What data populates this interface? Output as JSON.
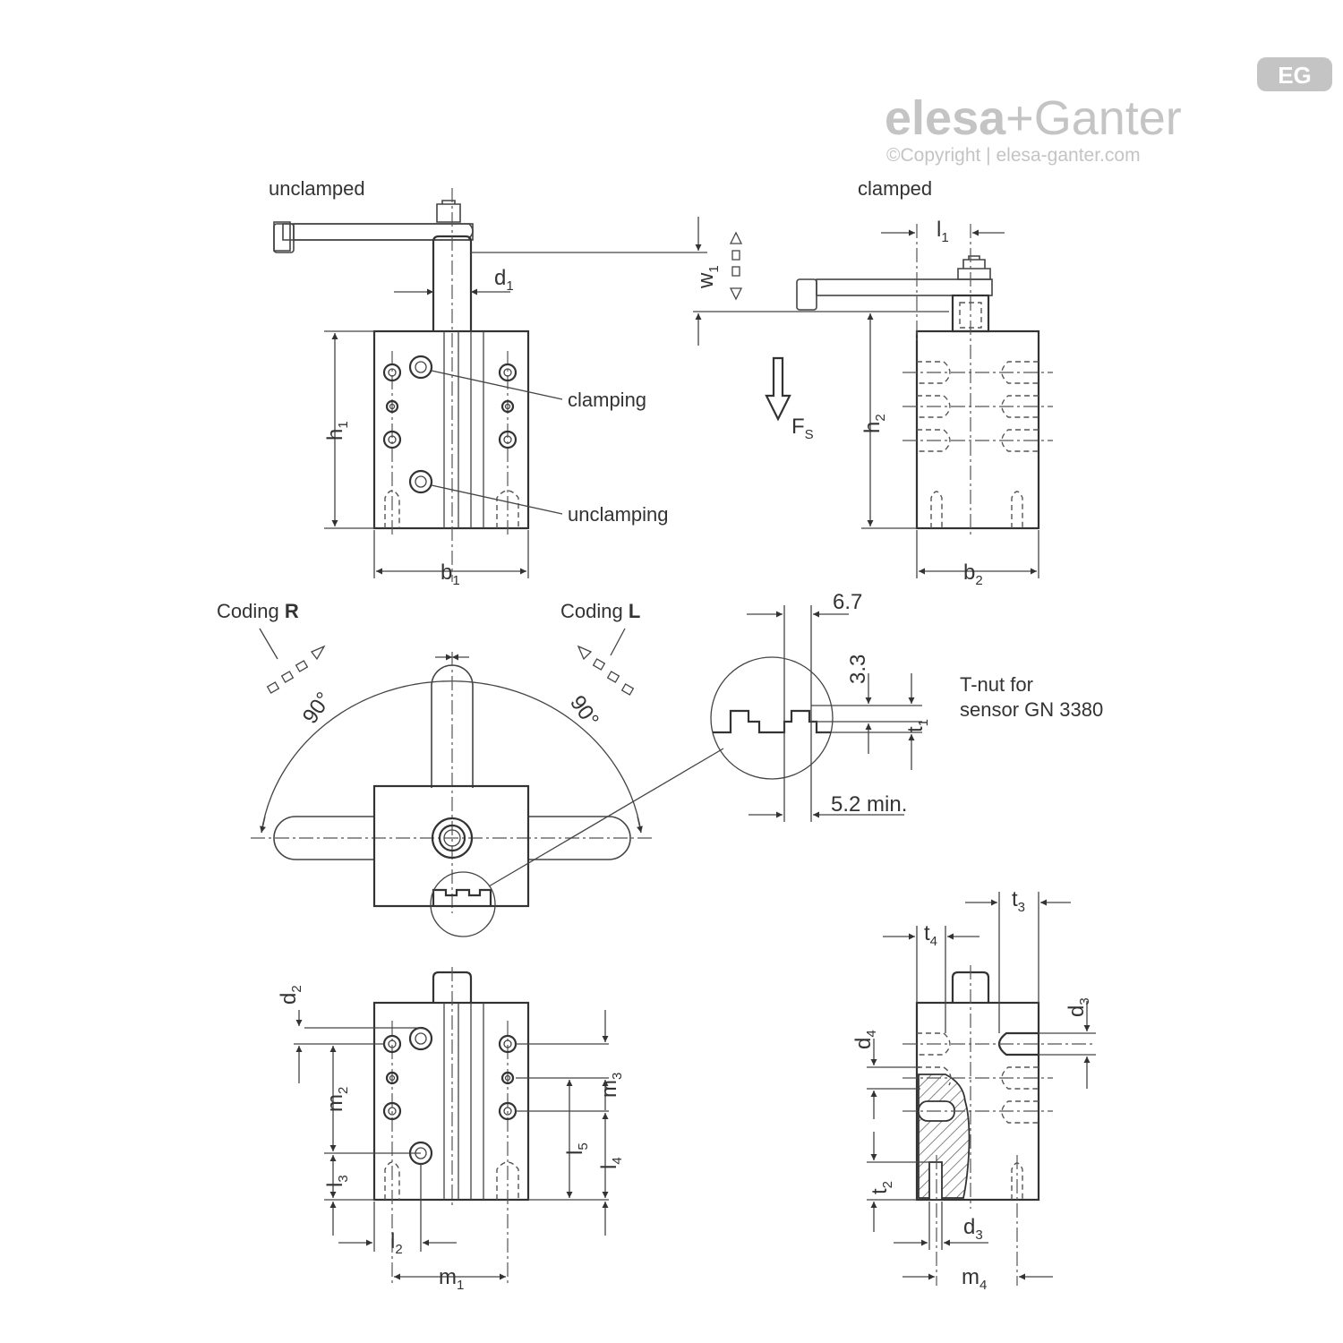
{
  "logo": {
    "brand_left": "elesa",
    "brand_plus": "+",
    "brand_right": "Ganter",
    "copyright": "©Copyright | elesa-ganter.com",
    "badge": "EG"
  },
  "labels": {
    "unclamped": "unclamped",
    "clamped": "clamped",
    "clamping": "clamping",
    "unclamping": "unclamping",
    "coding_r_prefix": "Coding ",
    "coding_r_letter": "R",
    "coding_l_prefix": "Coding ",
    "coding_l_letter": "L",
    "angle_r": "90°",
    "angle_l": "90°",
    "tnut_line1": "T-nut for",
    "tnut_line2": "sensor GN 3380"
  },
  "dimensions": {
    "d1": {
      "main": "d",
      "sub": "1"
    },
    "w1": {
      "main": "w",
      "sub": "1"
    },
    "l1": {
      "main": "l",
      "sub": "1"
    },
    "h1": {
      "main": "h",
      "sub": "1"
    },
    "h2": {
      "main": "h",
      "sub": "2"
    },
    "b1": {
      "main": "b",
      "sub": "1"
    },
    "b2": {
      "main": "b",
      "sub": "2"
    },
    "fs": {
      "main": "F",
      "sub": "S"
    },
    "v67": "6.7",
    "v33": "3.3",
    "v52": "5.2 min.",
    "t1": {
      "main": "t",
      "sub": "1"
    },
    "t3": {
      "main": "t",
      "sub": "3"
    },
    "t4": {
      "main": "t",
      "sub": "4"
    },
    "t2": {
      "main": "t",
      "sub": "2"
    },
    "d2": {
      "main": "d",
      "sub": "2"
    },
    "d3a": {
      "main": "d",
      "sub": "3"
    },
    "d3b": {
      "main": "d",
      "sub": "3"
    },
    "d4": {
      "main": "d",
      "sub": "4"
    },
    "m1": {
      "main": "m",
      "sub": "1"
    },
    "m2": {
      "main": "m",
      "sub": "2"
    },
    "m3": {
      "main": "m",
      "sub": "3"
    },
    "m4": {
      "main": "m",
      "sub": "4"
    },
    "l2": {
      "main": "l",
      "sub": "2"
    },
    "l3": {
      "main": "l",
      "sub": "3"
    },
    "l4": {
      "main": "l",
      "sub": "4"
    },
    "l5": {
      "main": "l",
      "sub": "5"
    }
  }
}
